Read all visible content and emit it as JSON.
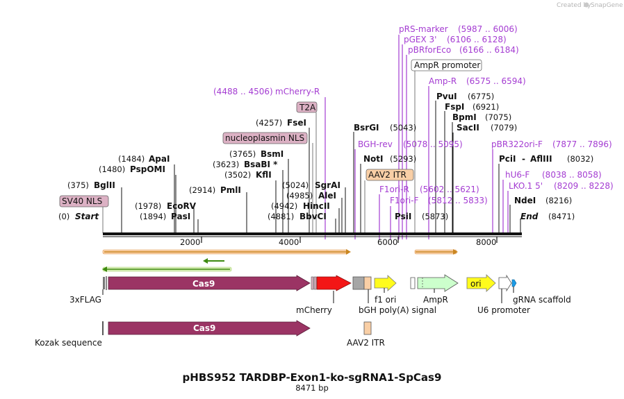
{
  "title": "pHBS952 TARDBP-Exon1-ko-sgRNA1-SpCas9",
  "subtitle": "8471 bp",
  "brand": {
    "prefix": "Created by",
    "name": "SnapGene"
  },
  "colors": {
    "cas9": "#9b3464",
    "mcherry": "#f31616",
    "gray_box": "#a6a6a6",
    "itr": "#f9cfa6",
    "ori_yellow": "#fffb1c",
    "ampr": "#ccffcc",
    "gRNA": "#1c9be6",
    "primer": "#a43cd2",
    "orange_arrow": "#f0a234",
    "green_arrow": "#3d8a10",
    "nls_fill": "#dcb1c4"
  },
  "map": {
    "start_label": "Start",
    "start_pos": "(0)",
    "end_label": "End",
    "end_pos": "(8471)",
    "ticks": [
      "2000",
      "4000",
      "6000",
      "8000"
    ]
  },
  "enzymes_left": [
    {
      "name": "BglII",
      "pos": "(375)"
    },
    {
      "name": "ApaI",
      "pos": "(1484)"
    },
    {
      "name": "PspOMI",
      "pos": "(1480)"
    },
    {
      "name": "EcoRV",
      "pos": "(1978)"
    },
    {
      "name": "PasI",
      "pos": "(1894)"
    },
    {
      "name": "PmlI",
      "pos": "(2914)"
    },
    {
      "name": "BsmI",
      "pos": "(3765)"
    },
    {
      "name": "BsaBI *",
      "pos": "(3623)"
    },
    {
      "name": "KflI",
      "pos": "(3502)"
    },
    {
      "name": "FseI",
      "pos": "(4257)"
    },
    {
      "name": "SgrAI",
      "pos": "(5024)"
    },
    {
      "name": "AleI",
      "pos": "(4985)"
    },
    {
      "name": "HincII",
      "pos": "(4942)"
    },
    {
      "name": "BbvCI",
      "pos": "(4881)"
    }
  ],
  "enzymes_right": [
    {
      "name": "BsrGI",
      "pos": "(5043)"
    },
    {
      "name": "NotI",
      "pos": "(5293)"
    },
    {
      "name": "PsiI",
      "pos": "(5873)"
    },
    {
      "name": "PvuI",
      "pos": "(6775)"
    },
    {
      "name": "FspI",
      "pos": "(6921)"
    },
    {
      "name": "BpmI",
      "pos": "(7075)"
    },
    {
      "name": "SacII",
      "pos": "(7079)"
    },
    {
      "name": "PciI",
      "dash": "-",
      "name2": "AflIII",
      "pos": "(8032)"
    },
    {
      "name": "NdeI",
      "pos": "(8216)"
    }
  ],
  "primers": [
    {
      "name": "mCherry-R",
      "range": "(4488 .. 4506)"
    },
    {
      "name": "pRS-marker",
      "range": "(5987 .. 6006)"
    },
    {
      "name": "pGEX 3'",
      "range": "(6106 .. 6128)"
    },
    {
      "name": "pBRforEco",
      "range": "(6166 .. 6184)"
    },
    {
      "name": "Amp-R",
      "range": "(6575 .. 6594)"
    },
    {
      "name": "BGH-rev",
      "range": "(5078 .. 5095)"
    },
    {
      "name": "F1ori-R",
      "range": "(5602 .. 5621)"
    },
    {
      "name": "F1ori-F",
      "range": "(5812 .. 5833)"
    },
    {
      "name": "pBR322ori-F",
      "range": "(7877 .. 7896)"
    },
    {
      "name": "hU6-F",
      "range": "(8038 .. 8058)"
    },
    {
      "name": "LKO.1 5'",
      "range": "(8209 .. 8228)"
    }
  ],
  "boxed_features": {
    "sv40": "SV40 NLS",
    "t2a": "T2A",
    "nucleoplasmin": "nucleoplasmin NLS",
    "aav2_top": "AAV2 ITR",
    "ampr_promoter": "AmpR promoter"
  },
  "features": {
    "cas9": "Cas9",
    "cas9_lower": "Cas9",
    "ori": "ori"
  },
  "feature_labels": {
    "flag": "3xFLAG",
    "mcherry": "mCherry",
    "f1ori": "f1 ori",
    "bgh": "bGH poly(A) signal",
    "ampr": "AmpR",
    "u6": "U6 promoter",
    "scaffold": "gRNA scaffold",
    "kozak": "Kozak sequence",
    "aav2_bottom": "AAV2 ITR"
  }
}
